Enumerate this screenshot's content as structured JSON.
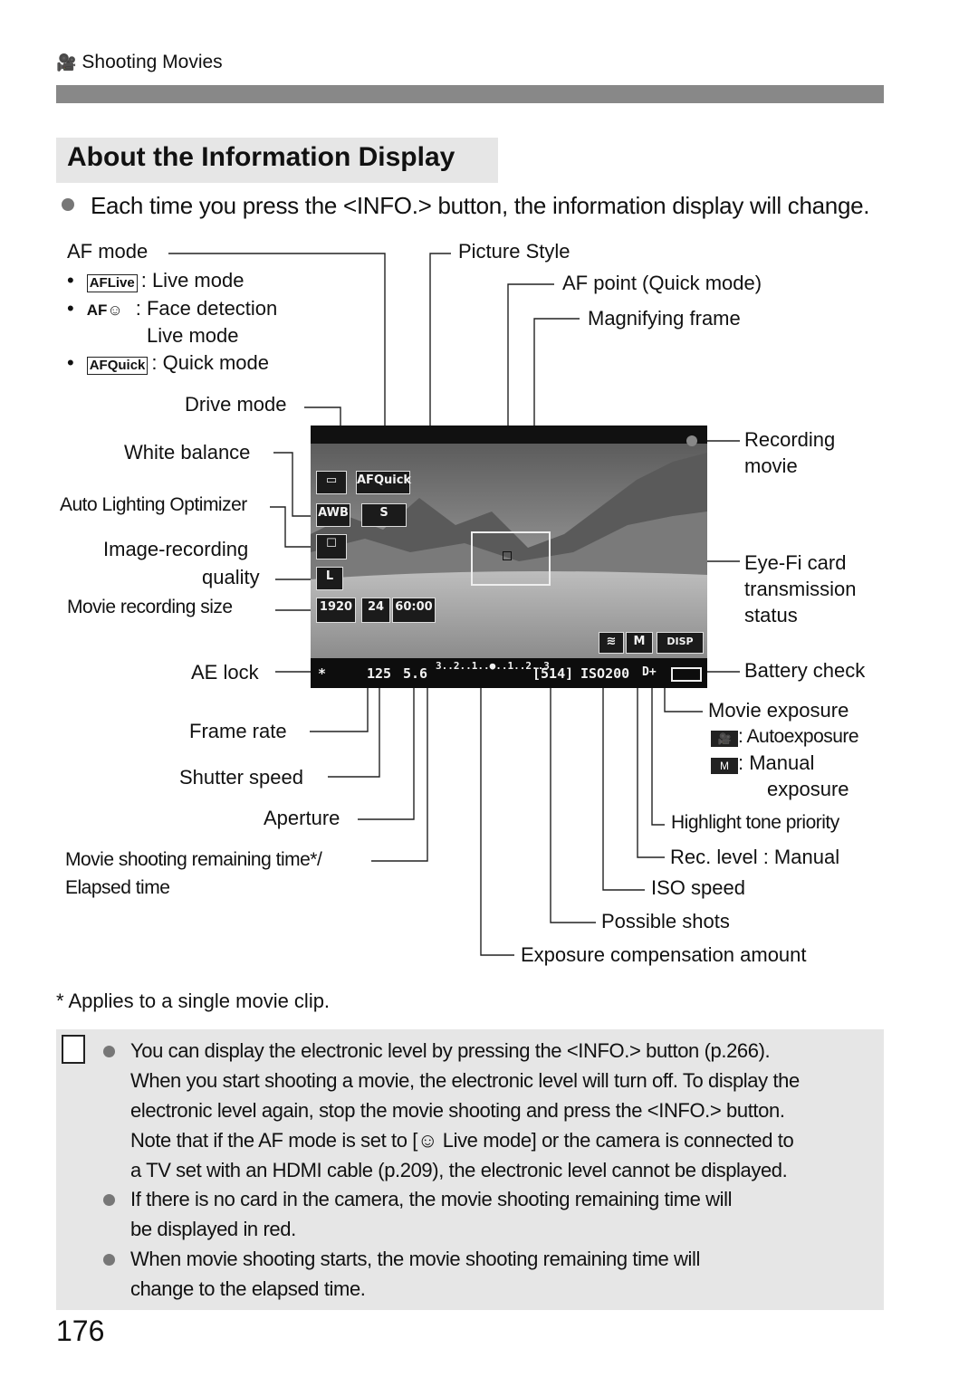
{
  "header": {
    "section_icon": "movie-camera-icon",
    "section_label": "Shooting Movies"
  },
  "title": "About the Information Display",
  "intro": "Each time you press the <INFO.> button, the information display will change.",
  "af_mode": {
    "title": "AF mode",
    "items": [
      {
        "icon": "AFLive",
        "text": ": Live mode"
      },
      {
        "icon": "AF☺",
        "text": ": Face detection"
      },
      {
        "icon": "",
        "text": "Live mode"
      },
      {
        "icon": "AFQuick",
        "text": ": Quick mode"
      }
    ]
  },
  "left_labels": {
    "drive_mode": "Drive mode",
    "white_balance": "White balance",
    "alo": "Auto Lighting Optimizer",
    "irq_1": "Image-recording",
    "irq_2": "quality",
    "movie_size": "Movie recording size",
    "ae_lock": "AE lock",
    "frame_rate": "Frame rate",
    "shutter_speed": "Shutter speed",
    "aperture": "Aperture",
    "remaining_1": "Movie shooting remaining time*/",
    "remaining_2": "Elapsed time"
  },
  "right_labels": {
    "picture_style": "Picture Style",
    "af_point": "AF point (Quick mode)",
    "magnifying_frame": "Magnifying frame",
    "recording_1": "Recording",
    "recording_2": "movie",
    "eyefi_1": "Eye-Fi card",
    "eyefi_2": "transmission",
    "eyefi_3": "status",
    "battery": "Battery check",
    "movie_exposure": "Movie exposure",
    "auto_exposure": ": Autoexposure",
    "manual_1": ": Manual",
    "manual_2": "exposure",
    "highlight": "Highlight tone priority",
    "rec_level": "Rec. level : Manual",
    "iso_speed": "ISO speed",
    "possible_shots": "Possible shots",
    "exp_comp": "Exposure compensation amount"
  },
  "screen": {
    "af_quick": "AFQuick",
    "awb": "AWB",
    "alo_icon": "S",
    "quality": "L",
    "size": "1920",
    "fps": "24",
    "time": "60:00",
    "ae": "*",
    "shutter": "125",
    "aperture": "5.6",
    "scale": "3..2..1..●..1..2..3",
    "shots": "[514]",
    "iso": "ISO200",
    "d_plus": "D+",
    "disp": "DISP"
  },
  "footnote": "* Applies to a single movie clip.",
  "notes": [
    "You can display the electronic level by pressing the <INFO.> button (p.266).",
    "When you start shooting a movie, the electronic level will turn off. To display the",
    "electronic level again, stop the movie shooting and press the <INFO.> button.",
    "Note that if the AF mode is set to [☺ Live mode] or the camera is connected to",
    "a TV set with an HDMI cable (p.209), the electronic level cannot be displayed.",
    "If there is no card in the camera, the movie shooting remaining time will",
    "be displayed in red.",
    "When movie shooting starts, the movie shooting remaining time will",
    "change to the elapsed time."
  ],
  "page_number": "176"
}
